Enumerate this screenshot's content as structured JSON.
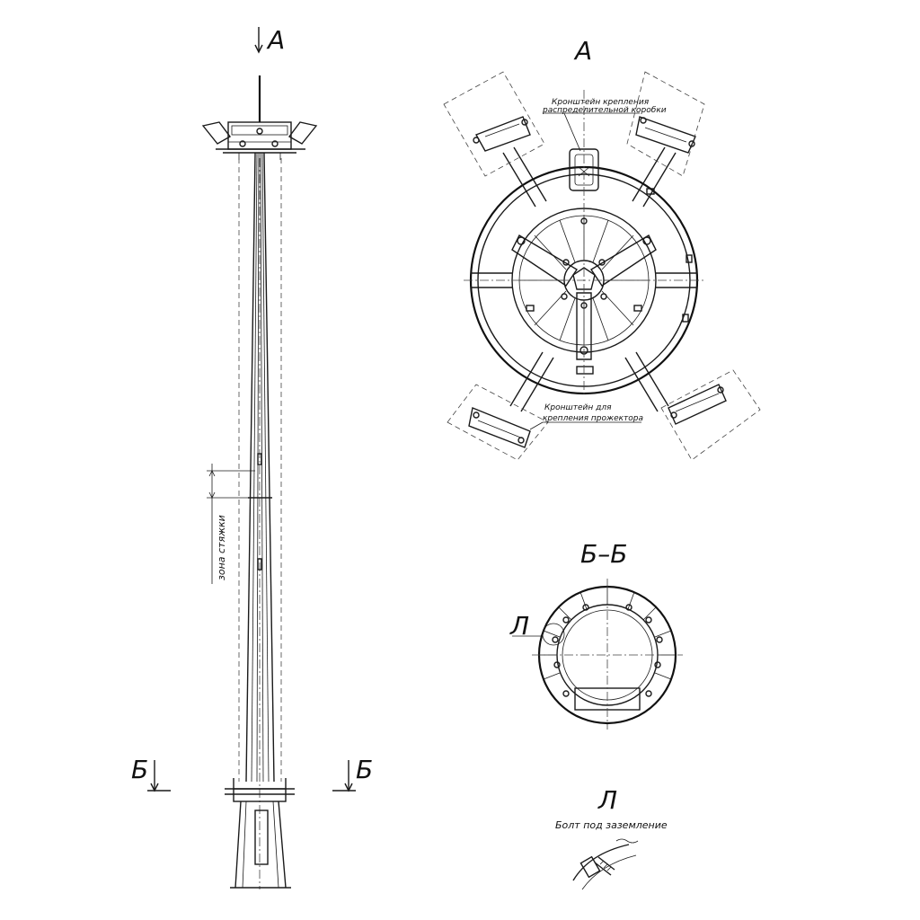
{
  "labels": {
    "view_a_marker": "А",
    "view_a_title": "А",
    "section_marker_left": "Б",
    "section_marker_right": "Б",
    "section_title": "Б–Б",
    "detail_callout": "Л",
    "detail_title": "Л",
    "detail_caption": "Болт под заземление",
    "junction_box_bracket_line1": "Кронштейн крепления",
    "junction_box_bracket_line2": "распределительной коробки",
    "projector_bracket_line1": "Кронштейн для",
    "projector_bracket_line2": "крепления прожектора",
    "tie_zone": "зона стяжки"
  }
}
